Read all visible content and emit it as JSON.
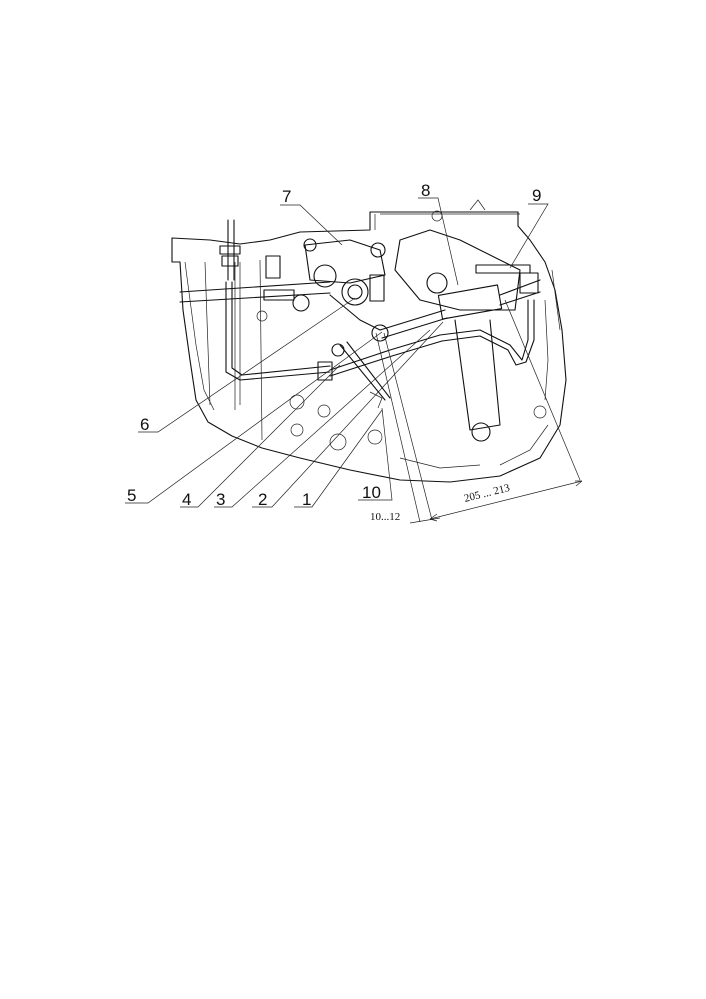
{
  "drawing": {
    "callouts": [
      "1",
      "2",
      "3",
      "4",
      "5",
      "6",
      "7",
      "8",
      "9",
      "10"
    ],
    "dimensions": {
      "small_gap": "10...12",
      "rod_length": "205 ... 213"
    }
  }
}
